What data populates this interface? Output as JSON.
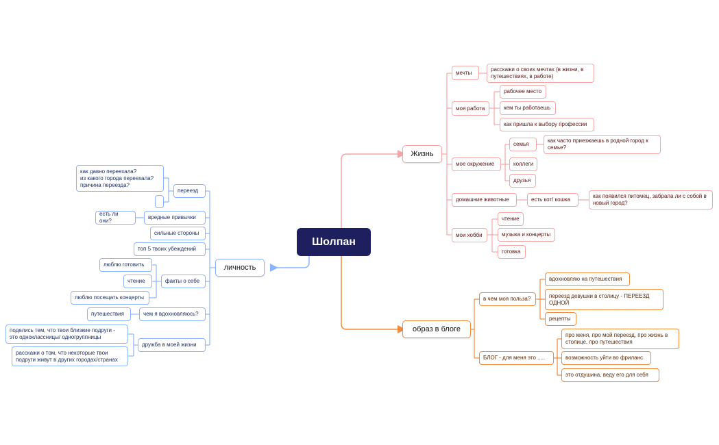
{
  "colors": {
    "root_bg": "#1d1f5e",
    "blue": "#8ab4ff",
    "red": "#f4a6a6",
    "orange": "#f08a3c"
  },
  "root": "Шолпан",
  "branches": {
    "zhizn": {
      "label": "Жизнь",
      "mechty": {
        "label": "мечты",
        "child": "расскажи о своих мечтах (в жизни, в путешествиях, в работе)"
      },
      "rabota": {
        "label": "моя работа",
        "children": [
          "рабочее место",
          "кем ты работаешь",
          "как пришла к выбору профессии"
        ]
      },
      "okruzhenie": {
        "label": "мое окружение",
        "semya": {
          "label": "семья",
          "child": "как часто приезжаешь в родной город к семье?"
        },
        "children": [
          "коллеги",
          "друзья"
        ]
      },
      "zhivotnye": {
        "label": "домашние животные",
        "kot": "есть кот/ кошка",
        "child": "как появился питомец, забрала ли с собой в новый город?"
      },
      "hobbi": {
        "label": "мои хобби",
        "children": [
          "чтение",
          "музыка и концерты",
          "готовка"
        ]
      }
    },
    "blog": {
      "label": "образ в блоге",
      "polza": {
        "label": "в чем моя польза?",
        "children": [
          "вдохновляю на путешествия",
          "переезд девушки в столицу - ПЕРЕЕЗД ОДНОЙ",
          "рецепты"
        ]
      },
      "blog_dlya": {
        "label": "БЛОГ - для меня это .....",
        "children": [
          "про меня, про мой переезд, про жизнь в столице, про путешествия",
          "возможность уйти во фриланс",
          "это отдушина, веду его для себя"
        ]
      }
    },
    "lichnost": {
      "label": "личность",
      "pereezd": {
        "label": "переезд",
        "child": "как давно переехала?\nиз какого города переехала?\nпричина переезда?",
        "empty": ""
      },
      "privychki": {
        "label": "вредные привычки",
        "child": "есть ли они?"
      },
      "sily": "сильные стороны",
      "ubezhdeniya": "топ 5 твоих убеждений",
      "fakty": {
        "label": "факты о себе",
        "children": [
          "люблю готовить",
          "чтение",
          "люблю посещать концерты"
        ]
      },
      "vdohnovlyayus": {
        "label": "чем я вдохновляюсь?",
        "child": "путешествия"
      },
      "druzhba": {
        "label": "дружба в моей жизни",
        "children": [
          "поделись тем, что твои близкие подруги - это одноклассницы/ одногруппницы",
          "расскажи о том, что некоторые твои подруги живут в других городах/странах"
        ]
      }
    }
  }
}
